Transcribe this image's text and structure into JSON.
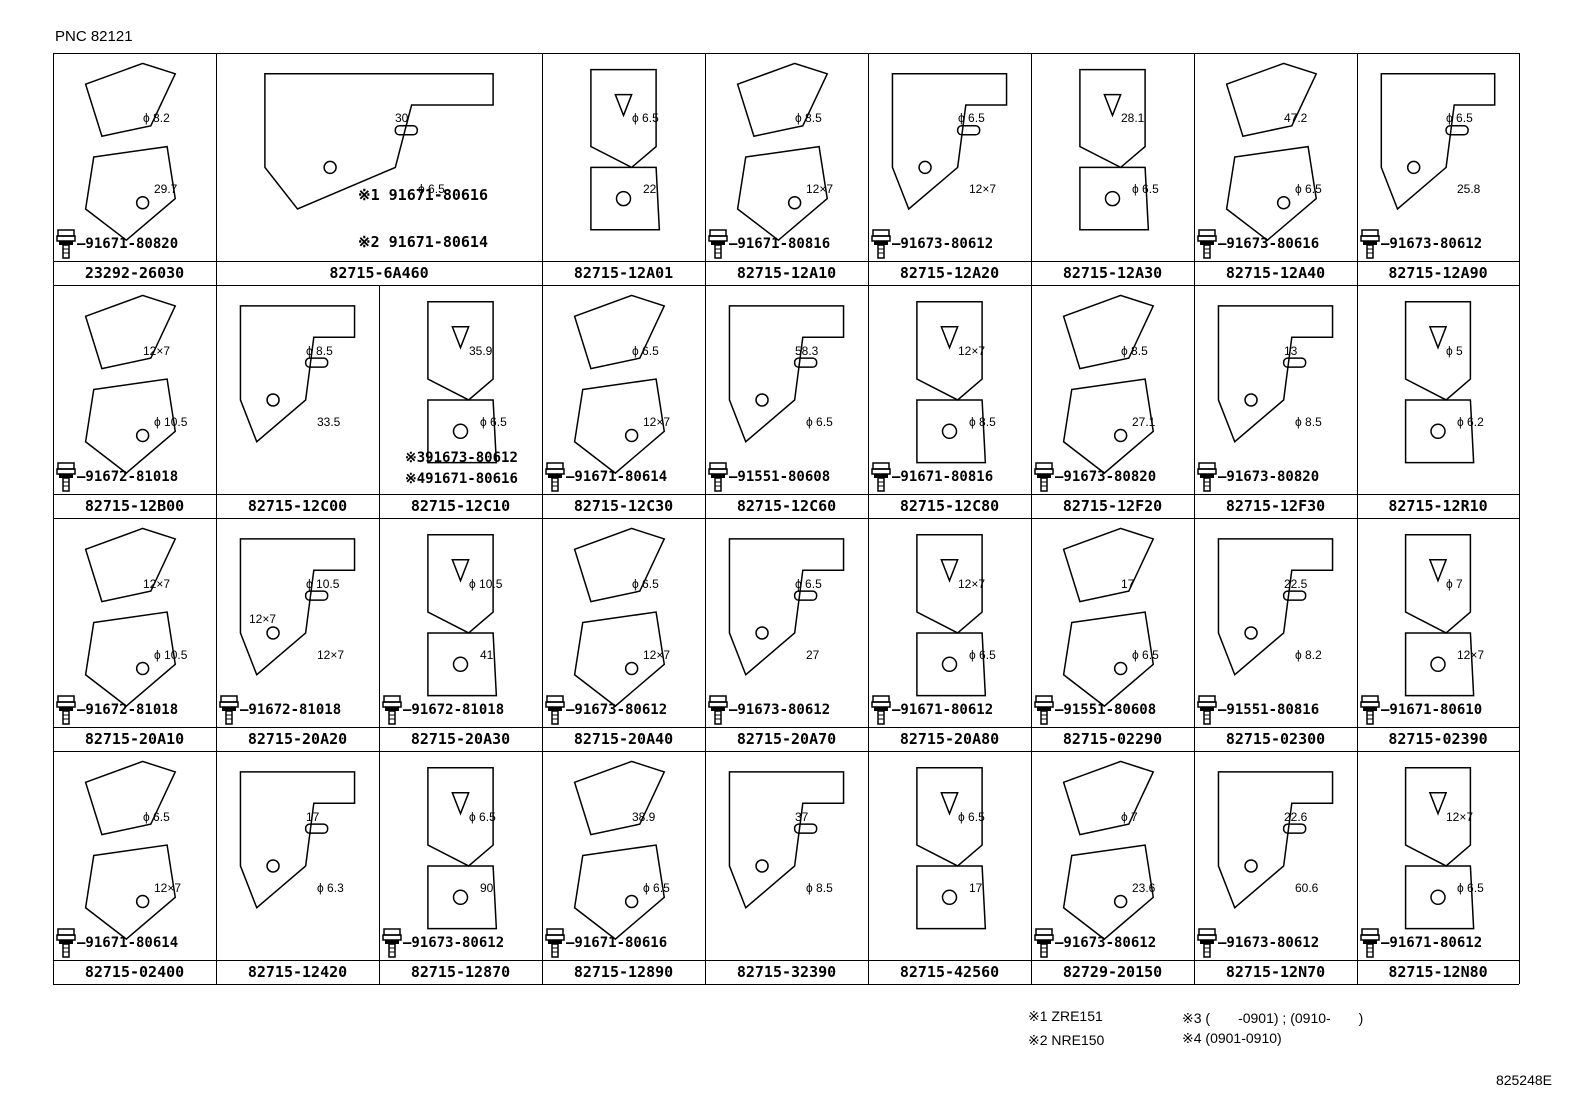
{
  "header": {
    "pnc": "PNC 82121"
  },
  "rows": [
    {
      "cells": [
        {
          "part": "23292-26030",
          "bolt": "91671-80820",
          "dims": [
            "ϕ 8.2",
            "29.7"
          ]
        },
        {
          "part": "82715-6A460",
          "bolt": "",
          "dims": [
            "30",
            "ϕ 6.5"
          ]
        },
        {
          "part": "82715-12A01",
          "bolt": "",
          "dims": [
            "ϕ 6.5",
            "22"
          ]
        },
        {
          "part": "82715-12A10",
          "bolt": "91671-80816",
          "dims": [
            "ϕ 8.5",
            "12×7"
          ]
        },
        {
          "part": "82715-12A20",
          "bolt": "91673-80612",
          "dims": [
            "ϕ 6.5",
            "12×7"
          ]
        },
        {
          "part": "82715-12A30",
          "bolt": "",
          "dims": [
            "28.1",
            "ϕ 6.5"
          ]
        },
        {
          "part": "82715-12A40",
          "bolt": "91673-80616",
          "dims": [
            "47.2",
            "ϕ 6.5"
          ]
        },
        {
          "part": "82715-12A90",
          "bolt": "91673-80612",
          "dims": [
            "ϕ 6.5",
            "25.8"
          ]
        }
      ]
    },
    {
      "cells": [
        {
          "part": "82715-12B00",
          "bolt": "91672-81018",
          "dims": [
            "12×7",
            "ϕ 10.5"
          ]
        },
        {
          "part": "82715-12C00",
          "bolt": "",
          "dims": [
            "ϕ 8.5",
            "33.5"
          ]
        },
        {
          "part": "82715-12C10",
          "bolt": "",
          "dims": [
            "35.9",
            "ϕ 6.5"
          ]
        },
        {
          "part": "82715-12C30",
          "bolt": "91671-80614",
          "dims": [
            "ϕ 6.5",
            "12×7"
          ]
        },
        {
          "part": "82715-12C60",
          "bolt": "91551-80608",
          "dims": [
            "58.3",
            "ϕ 6.5"
          ]
        },
        {
          "part": "82715-12C80",
          "bolt": "91671-80816",
          "dims": [
            "12×7",
            "ϕ 8.5"
          ]
        },
        {
          "part": "82715-12F20",
          "bolt": "91673-80820",
          "dims": [
            "ϕ 8.5",
            "27.1"
          ]
        },
        {
          "part": "82715-12F30",
          "bolt": "91673-80820",
          "dims": [
            "13",
            "ϕ 8.5"
          ]
        },
        {
          "part": "82715-12R10",
          "bolt": "",
          "dims": [
            "ϕ 5",
            "ϕ 6.2"
          ]
        }
      ]
    },
    {
      "cells": [
        {
          "part": "82715-20A10",
          "bolt": "91672-81018",
          "dims": [
            "12×7",
            "ϕ 10.5"
          ]
        },
        {
          "part": "82715-20A20",
          "bolt": "91672-81018",
          "dims": [
            "ϕ 10.5",
            "12×7",
            "12×7"
          ]
        },
        {
          "part": "82715-20A30",
          "bolt": "91672-81018",
          "dims": [
            "ϕ 10.5",
            "41"
          ]
        },
        {
          "part": "82715-20A40",
          "bolt": "91673-80612",
          "dims": [
            "ϕ 6.5",
            "12×7"
          ]
        },
        {
          "part": "82715-20A70",
          "bolt": "91673-80612",
          "dims": [
            "ϕ 6.5",
            "27"
          ]
        },
        {
          "part": "82715-20A80",
          "bolt": "91671-80612",
          "dims": [
            "12×7",
            "ϕ 6.5"
          ]
        },
        {
          "part": "82715-02290",
          "bolt": "91551-80608",
          "dims": [
            "17",
            "ϕ 6.5"
          ]
        },
        {
          "part": "82715-02300",
          "bolt": "91551-80816",
          "dims": [
            "22.5",
            "ϕ 8.2"
          ]
        },
        {
          "part": "82715-02390",
          "bolt": "91671-80610",
          "dims": [
            "ϕ 7",
            "12×7"
          ]
        }
      ]
    },
    {
      "cells": [
        {
          "part": "82715-02400",
          "bolt": "91671-80614",
          "dims": [
            "ϕ 6.5",
            "12×7"
          ]
        },
        {
          "part": "82715-12420",
          "bolt": "",
          "dims": [
            "17",
            "ϕ 6.3"
          ]
        },
        {
          "part": "82715-12870",
          "bolt": "91673-80612",
          "dims": [
            "ϕ 6.5",
            "90"
          ]
        },
        {
          "part": "82715-12890",
          "bolt": "91671-80616",
          "dims": [
            "38.9",
            "ϕ 6.5"
          ]
        },
        {
          "part": "82715-32390",
          "bolt": "",
          "dims": [
            "37",
            "ϕ 8.5"
          ]
        },
        {
          "part": "82715-42560",
          "bolt": "",
          "dims": [
            "ϕ 6.5",
            "17"
          ]
        },
        {
          "part": "82729-20150",
          "bolt": "91673-80612",
          "dims": [
            "ϕ 7",
            "23.6"
          ]
        },
        {
          "part": "82715-12N70",
          "bolt": "91673-80612",
          "dims": [
            "22.6",
            "60.6"
          ]
        },
        {
          "part": "82715-12N80",
          "bolt": "91671-80612",
          "dims": [
            "12×7",
            "ϕ 6.5"
          ]
        }
      ]
    }
  ],
  "cell_notes": {
    "c6a460_note1": "※1 91671-80616",
    "c6a460_note2": "※2 91671-80614",
    "c12c10_note3": "※391673-80612",
    "c12c10_note4": "※491671-80616"
  },
  "legend": {
    "l1": "※1 ZRE151",
    "l2": "※2 NRE150",
    "l3": "※3 (　　-0901) ; (0910-　　)",
    "l4": "※4 (0901-0910)"
  },
  "footer": {
    "code": "825248E"
  }
}
